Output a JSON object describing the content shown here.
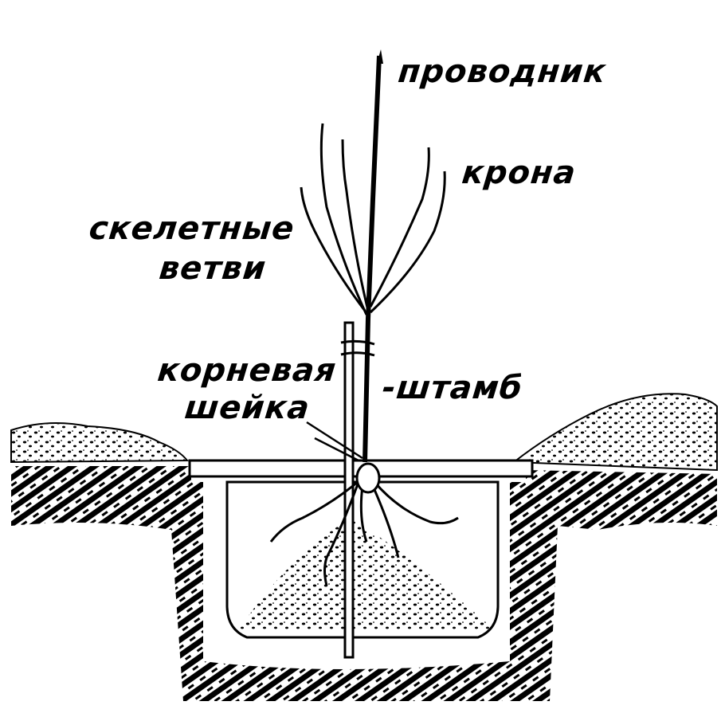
{
  "labels": {
    "leader": "проводник",
    "crown": "крона",
    "skeletal_branches_1": "скелетные",
    "skeletal_branches_2": "ветви",
    "root_collar_1": "корневая",
    "root_collar_2": "шейка",
    "trunk": "-штамб"
  },
  "colors": {
    "ink": "#000000",
    "paper": "#ffffff"
  }
}
